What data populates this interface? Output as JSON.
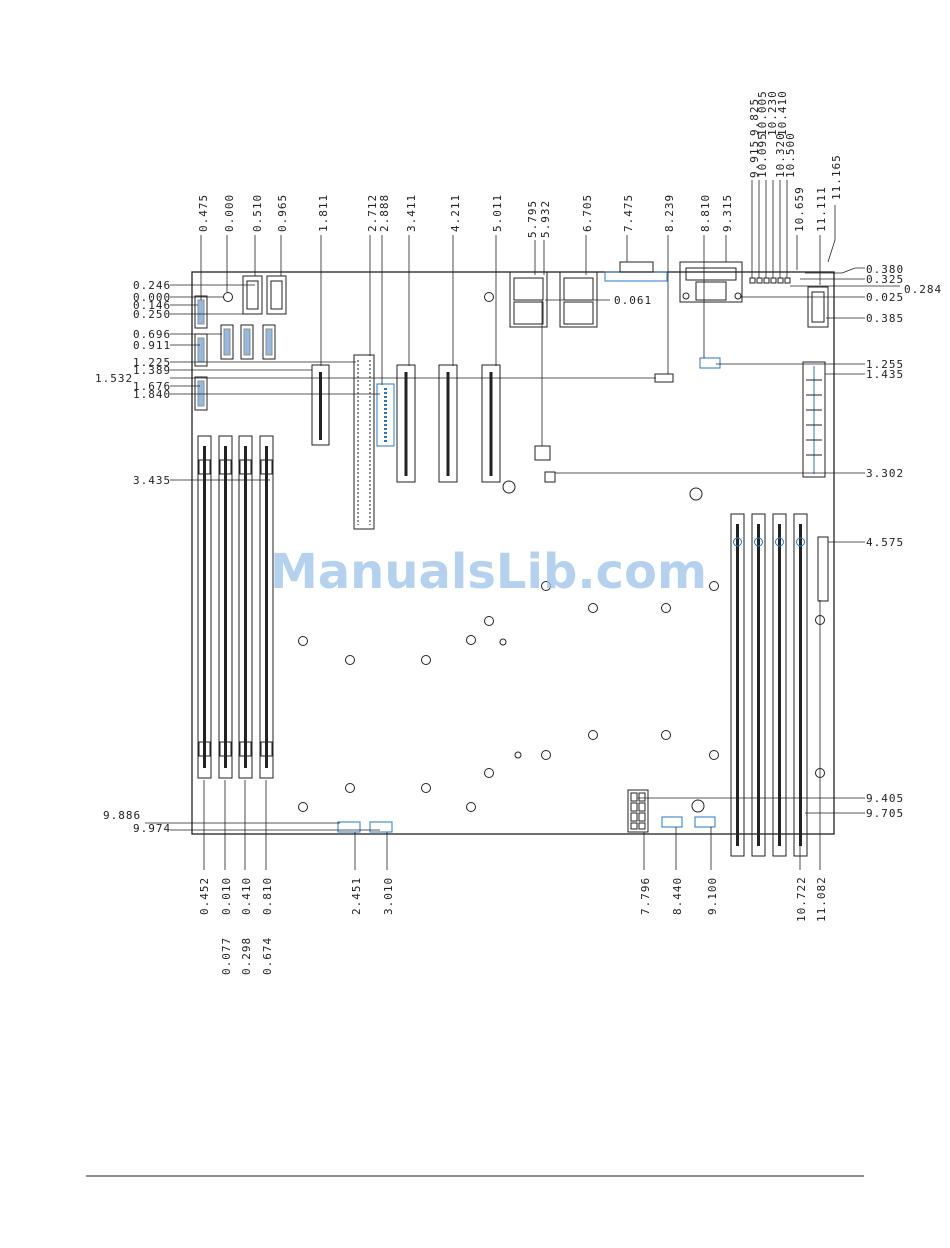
{
  "watermark": "ManualsLib.com",
  "dimensions": {
    "top": [
      "0.475",
      "0.000",
      "0.510",
      "0.965",
      "1.811",
      "2.712",
      "2.888",
      "3.411",
      "4.211",
      "5.011",
      "5.795",
      "5.932",
      "6.705",
      "7.475",
      "8.239",
      "8.810",
      "9.315",
      "9.825",
      "10.005",
      "9.915",
      "10.095",
      "10.230",
      "10.320",
      "10.410",
      "10.500",
      "10.659",
      "11.111",
      "11.165"
    ],
    "left": [
      "0.246",
      "0.000",
      "0.146",
      "0.250",
      "0.696",
      "0.911",
      "1.225",
      "1.389",
      "1.532",
      "1.676",
      "1.840",
      "3.435",
      "9.886",
      "9.974"
    ],
    "right": [
      "0.380",
      "0.325",
      "0.284",
      "0.025",
      "0.061",
      "0.385",
      "1.255",
      "1.435",
      "3.302",
      "4.575",
      "9.405",
      "9.705"
    ],
    "bottom": [
      "0.452",
      "0.010",
      "0.410",
      "0.810",
      "0.077",
      "0.298",
      "0.674",
      "2.451",
      "3.010",
      "7.796",
      "8.440",
      "9.100",
      "10.722",
      "11.082"
    ]
  },
  "colors": {
    "line": "#222222",
    "connector": "#2a78c4",
    "watermark": "#9cc3ec"
  }
}
